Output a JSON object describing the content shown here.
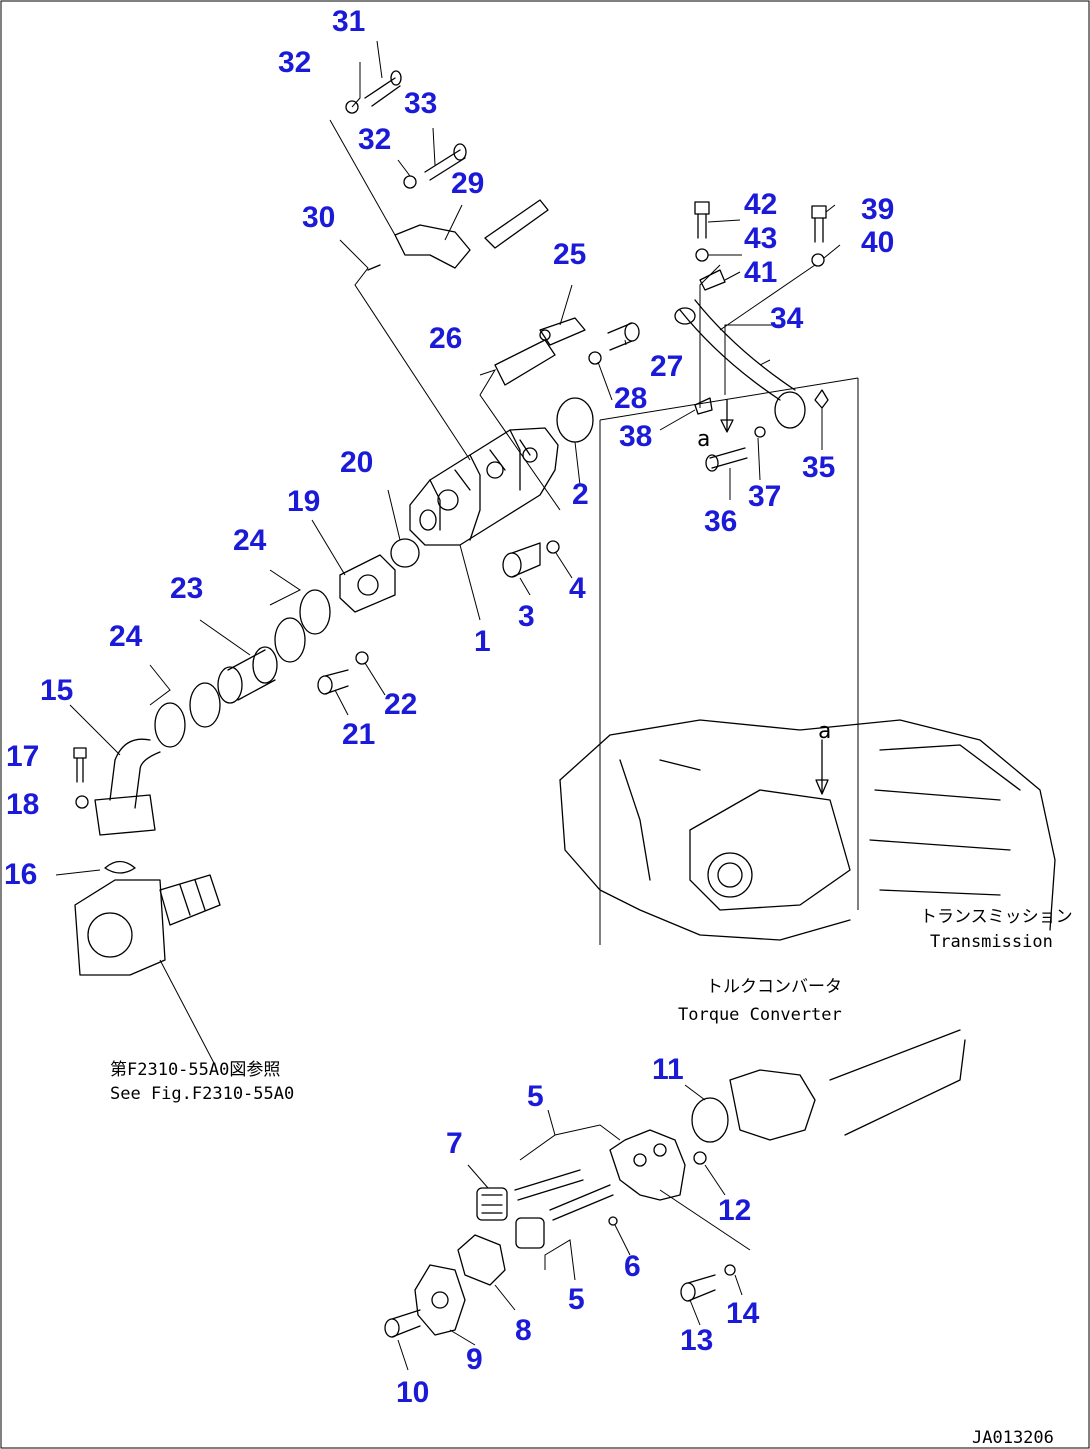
{
  "callouts": [
    {
      "id": "1",
      "label": "1"
    },
    {
      "id": "2",
      "label": "2"
    },
    {
      "id": "3",
      "label": "3"
    },
    {
      "id": "4",
      "label": "4"
    },
    {
      "id": "5a",
      "label": "5"
    },
    {
      "id": "5b",
      "label": "5"
    },
    {
      "id": "6",
      "label": "6"
    },
    {
      "id": "7",
      "label": "7"
    },
    {
      "id": "8",
      "label": "8"
    },
    {
      "id": "9",
      "label": "9"
    },
    {
      "id": "10",
      "label": "10"
    },
    {
      "id": "11",
      "label": "11"
    },
    {
      "id": "12",
      "label": "12"
    },
    {
      "id": "13",
      "label": "13"
    },
    {
      "id": "14",
      "label": "14"
    },
    {
      "id": "15",
      "label": "15"
    },
    {
      "id": "16",
      "label": "16"
    },
    {
      "id": "17",
      "label": "17"
    },
    {
      "id": "18",
      "label": "18"
    },
    {
      "id": "19",
      "label": "19"
    },
    {
      "id": "20",
      "label": "20"
    },
    {
      "id": "21",
      "label": "21"
    },
    {
      "id": "22",
      "label": "22"
    },
    {
      "id": "23",
      "label": "23"
    },
    {
      "id": "24a",
      "label": "24"
    },
    {
      "id": "24b",
      "label": "24"
    },
    {
      "id": "25",
      "label": "25"
    },
    {
      "id": "26",
      "label": "26"
    },
    {
      "id": "27",
      "label": "27"
    },
    {
      "id": "28",
      "label": "28"
    },
    {
      "id": "29",
      "label": "29"
    },
    {
      "id": "30",
      "label": "30"
    },
    {
      "id": "31",
      "label": "31"
    },
    {
      "id": "32a",
      "label": "32"
    },
    {
      "id": "32b",
      "label": "32"
    },
    {
      "id": "33",
      "label": "33"
    },
    {
      "id": "34",
      "label": "34"
    },
    {
      "id": "35",
      "label": "35"
    },
    {
      "id": "36",
      "label": "36"
    },
    {
      "id": "37",
      "label": "37"
    },
    {
      "id": "38",
      "label": "38"
    },
    {
      "id": "39",
      "label": "39"
    },
    {
      "id": "40",
      "label": "40"
    },
    {
      "id": "41",
      "label": "41"
    },
    {
      "id": "42",
      "label": "42"
    },
    {
      "id": "43",
      "label": "43"
    }
  ],
  "annotations": {
    "transmission_jp": "トランスミッション",
    "transmission_en": "Transmission",
    "torque_converter_jp": "トルクコンバータ",
    "torque_converter_en": "Torque Converter",
    "see_fig_jp": "第F2310-55A0図参照",
    "see_fig_en": "See Fig.F2310-55A0",
    "view_mark_a": "a",
    "view_mark_a2": "a",
    "drawing_code": "JA013206"
  },
  "colors": {
    "callout": "#1a1ad8",
    "line": "#000000",
    "background": "#ffffff"
  }
}
